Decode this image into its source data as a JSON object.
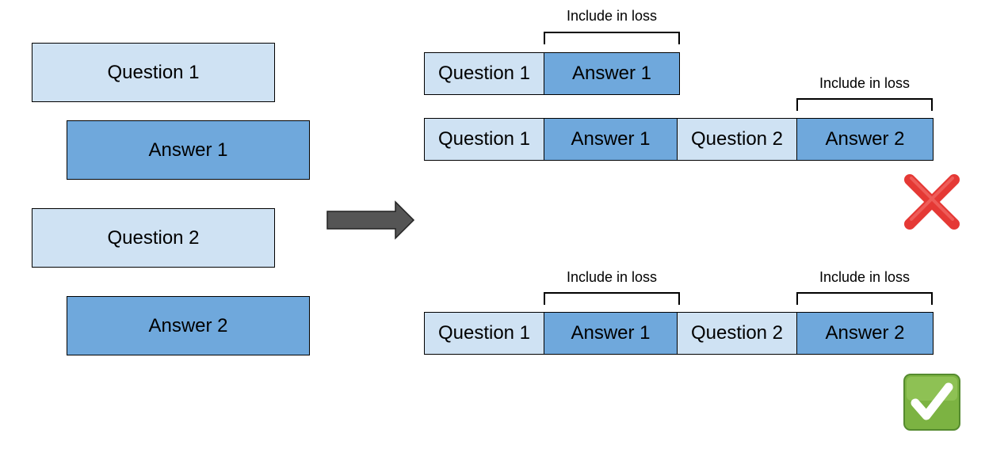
{
  "left_column": {
    "question_1": "Question 1",
    "answer_1": "Answer 1",
    "question_2": "Question 2",
    "answer_2": "Answer 2"
  },
  "arrow": {
    "icon": "right-arrow-icon",
    "color": "#555555"
  },
  "top_example": {
    "row_1": [
      "Question 1",
      "Answer 1"
    ],
    "row_2": [
      "Question 1",
      "Answer 1",
      "Question 2",
      "Answer 2"
    ],
    "bracket_1_label": "Include in loss",
    "bracket_2_label": "Include in loss",
    "status_icon": "cross-mark-icon"
  },
  "bottom_example": {
    "row": [
      "Question 1",
      "Answer 1",
      "Question 2",
      "Answer 2"
    ],
    "bracket_1_label": "Include in loss",
    "bracket_2_label": "Include in loss",
    "status_icon": "check-mark-icon"
  },
  "colors": {
    "question_fill": "#cfe2f3",
    "answer_fill": "#6fa8dc",
    "cross": "#e53935",
    "check_bg": "#7cb342"
  }
}
